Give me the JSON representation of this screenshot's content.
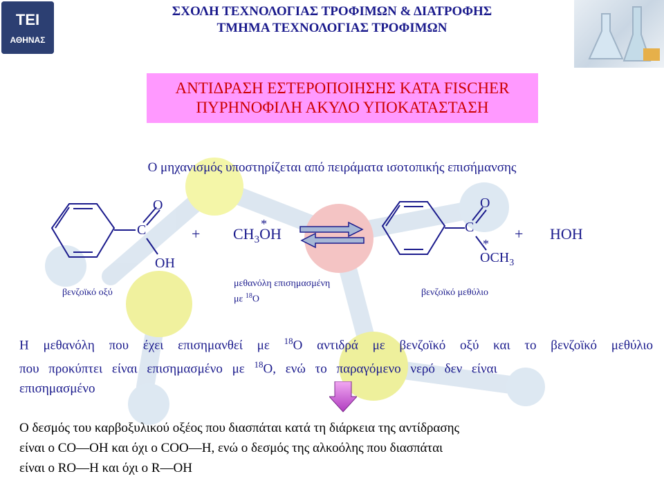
{
  "header": {
    "line1": "ΣΧΟΛΗ ΤΕΧΝΟΛΟΓΙΑΣ ΤΡΟΦΙΜΩΝ & ΔΙΑΤΡΟΦΗΣ",
    "line2": "ΤΜΗΜΑ ΤΕΧΝΟΛΟΓΙΑΣ ΤΡΟΦΙΜΩΝ",
    "logo_icon": "institution-logo",
    "logo_text": "ΤΕΙ ΑΘΗΝΑΣ",
    "photo_icon": "lab-flasks-photo"
  },
  "title": {
    "line1": "ΑΝΤΙΔΡΑΣΗ ΕΣΤΕΡΟΠΟΙΗΣΗΣ ΚΑΤΑ FISCHER",
    "line2": "ΠΥΡΗΝΟΦΙΛΗ ΑΚΥΛΟ ΥΠΟΚΑΤΑΣΤΑΣΗ",
    "box_color": "#ff99ff",
    "text_color": "#cc0000"
  },
  "intro": "Ο μηχανισμός υποστηρίζεται από πειράματα ισοτοπικής επισήμανσης",
  "reaction": {
    "acid_o": "O",
    "acid_c": "C",
    "acid_oh": "OH",
    "plus1": "+",
    "methanol_prefix": "CH",
    "methanol_sub": "3",
    "methanol_suffix": "OH",
    "star": "*",
    "ester_o": "O",
    "ester_c": "C",
    "ester_och": "OCH",
    "ester_sub": "3",
    "plus2": "+",
    "water": "HOH",
    "label_acid": "βενζοϊκό οξύ",
    "label_methanol_1": "μεθανόλη επισημασμένη",
    "label_methanol_2_prefix": "με ",
    "label_methanol_2_sup": "18",
    "label_methanol_2_suffix": "O",
    "label_ester": "βενζοϊκό μεθύλιο",
    "arrow_icon": "equilibrium-arrows-icon"
  },
  "paragraph": {
    "p1": "Η μεθανόλη που έχει επισημανθεί με ",
    "sup1": "18",
    "p2": "Ο αντιδρά με βενζοϊκό οξύ και το βενζοϊκό μεθύλιο",
    "p3": "που προκύπτει είναι επισημασμένο με ",
    "sup2": "18",
    "p4": "Ο, ενώ το παραγόμενο νερό δεν είναι",
    "p5": "επισημασμένο"
  },
  "down_arrow_icon": "down-arrow-icon",
  "conclusion": {
    "line1": "Ο δεσμός του καρβοξυλικού οξέος που διασπάται κατά τη διάρκεια της αντίδρασης",
    "line2": "είναι ο CO—OH και όχι ο COO—H, ενώ ο δεσμός της αλκοόλης που διασπάται",
    "line3": "είναι ο RO—H και όχι ο R—OH"
  }
}
